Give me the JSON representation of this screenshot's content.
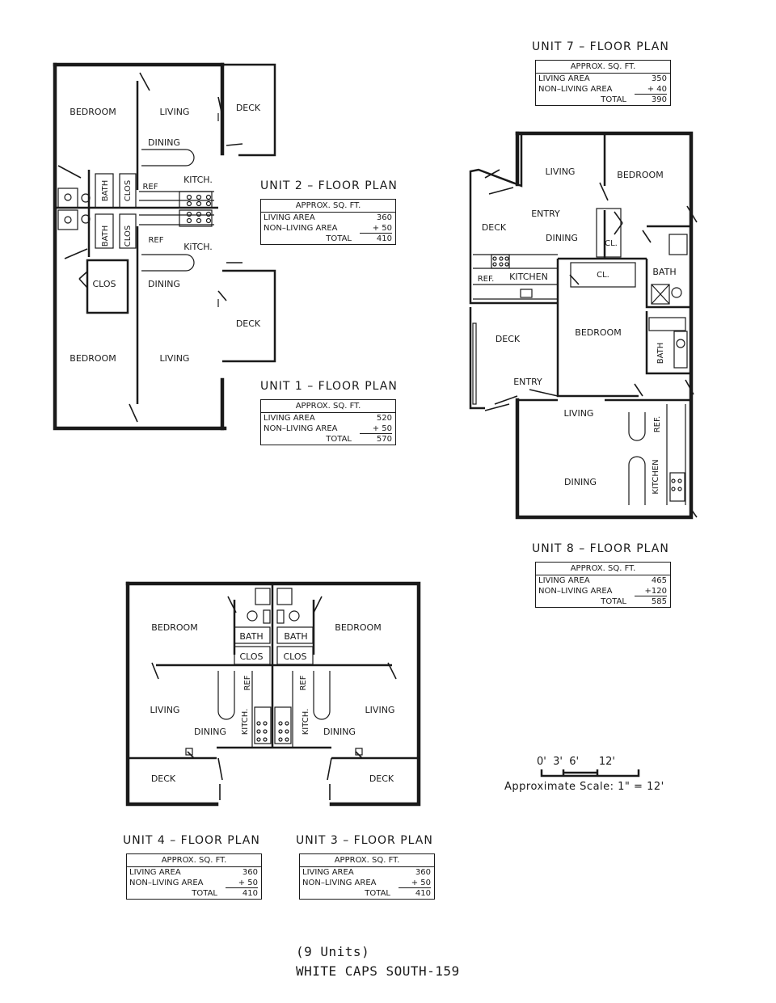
{
  "units": [
    {
      "id": "unit2",
      "title": "UNIT 2 – FLOOR PLAN",
      "header": "APPROX. SQ. FT.",
      "living_label": "LIVING AREA",
      "living": "360",
      "nonliving_label": "NON–LIVING AREA",
      "nonliving": "+ 50",
      "total_label": "TOTAL",
      "total": "410"
    },
    {
      "id": "unit1",
      "title": "UNIT 1 – FLOOR PLAN",
      "header": "APPROX. SQ. FT.",
      "living_label": "LIVING AREA",
      "living": "520",
      "nonliving_label": "NON–LIVING AREA",
      "nonliving": "+ 50",
      "total_label": "TOTAL",
      "total": "570"
    },
    {
      "id": "unit7",
      "title": "UNIT 7 – FLOOR PLAN",
      "header": "APPROX. SQ. FT.",
      "living_label": "LIVING AREA",
      "living": "350",
      "nonliving_label": "NON–LIVING AREA",
      "nonliving": "+ 40",
      "total_label": "TOTAL",
      "total": "390"
    },
    {
      "id": "unit8",
      "title": "UNIT 8 – FLOOR PLAN",
      "header": "APPROX. SQ. FT.",
      "living_label": "LIVING AREA",
      "living": "465",
      "nonliving_label": "NON–LIVING AREA",
      "nonliving": "+120",
      "total_label": "TOTAL",
      "total": "585"
    },
    {
      "id": "unit4",
      "title": "UNIT 4 – FLOOR PLAN",
      "header": "APPROX. SQ. FT.",
      "living_label": "LIVING AREA",
      "living": "360",
      "nonliving_label": "NON–LIVING AREA",
      "nonliving": "+ 50",
      "total_label": "TOTAL",
      "total": "410"
    },
    {
      "id": "unit3",
      "title": "UNIT 3 – FLOOR PLAN",
      "header": "APPROX. SQ. FT.",
      "living_label": "LIVING AREA",
      "living": "360",
      "nonliving_label": "NON–LIVING AREA",
      "nonliving": "+ 50",
      "total_label": "TOTAL",
      "total": "410"
    }
  ],
  "rooms": {
    "bedroom": "BEDROOM",
    "bedroom_alt": "BEDROOM",
    "living": "LIVING",
    "dining": "DINING",
    "deck": "DECK",
    "kitch": "KITCH.",
    "kitch_alt": "KiTCH.",
    "kitchen": "KITCHEN",
    "bath": "BATH",
    "clos": "CLOS",
    "cl": "CL.",
    "ref": "REF",
    "ref_dot": "REF.",
    "entry": "ENTRY"
  },
  "scale": {
    "ticks": "0'  3'  6'      12'",
    "caption": "Approximate Scale: 1\" = 12'"
  },
  "footer": {
    "count": "(9 Units)",
    "name": "WHITE CAPS SOUTH-159"
  }
}
